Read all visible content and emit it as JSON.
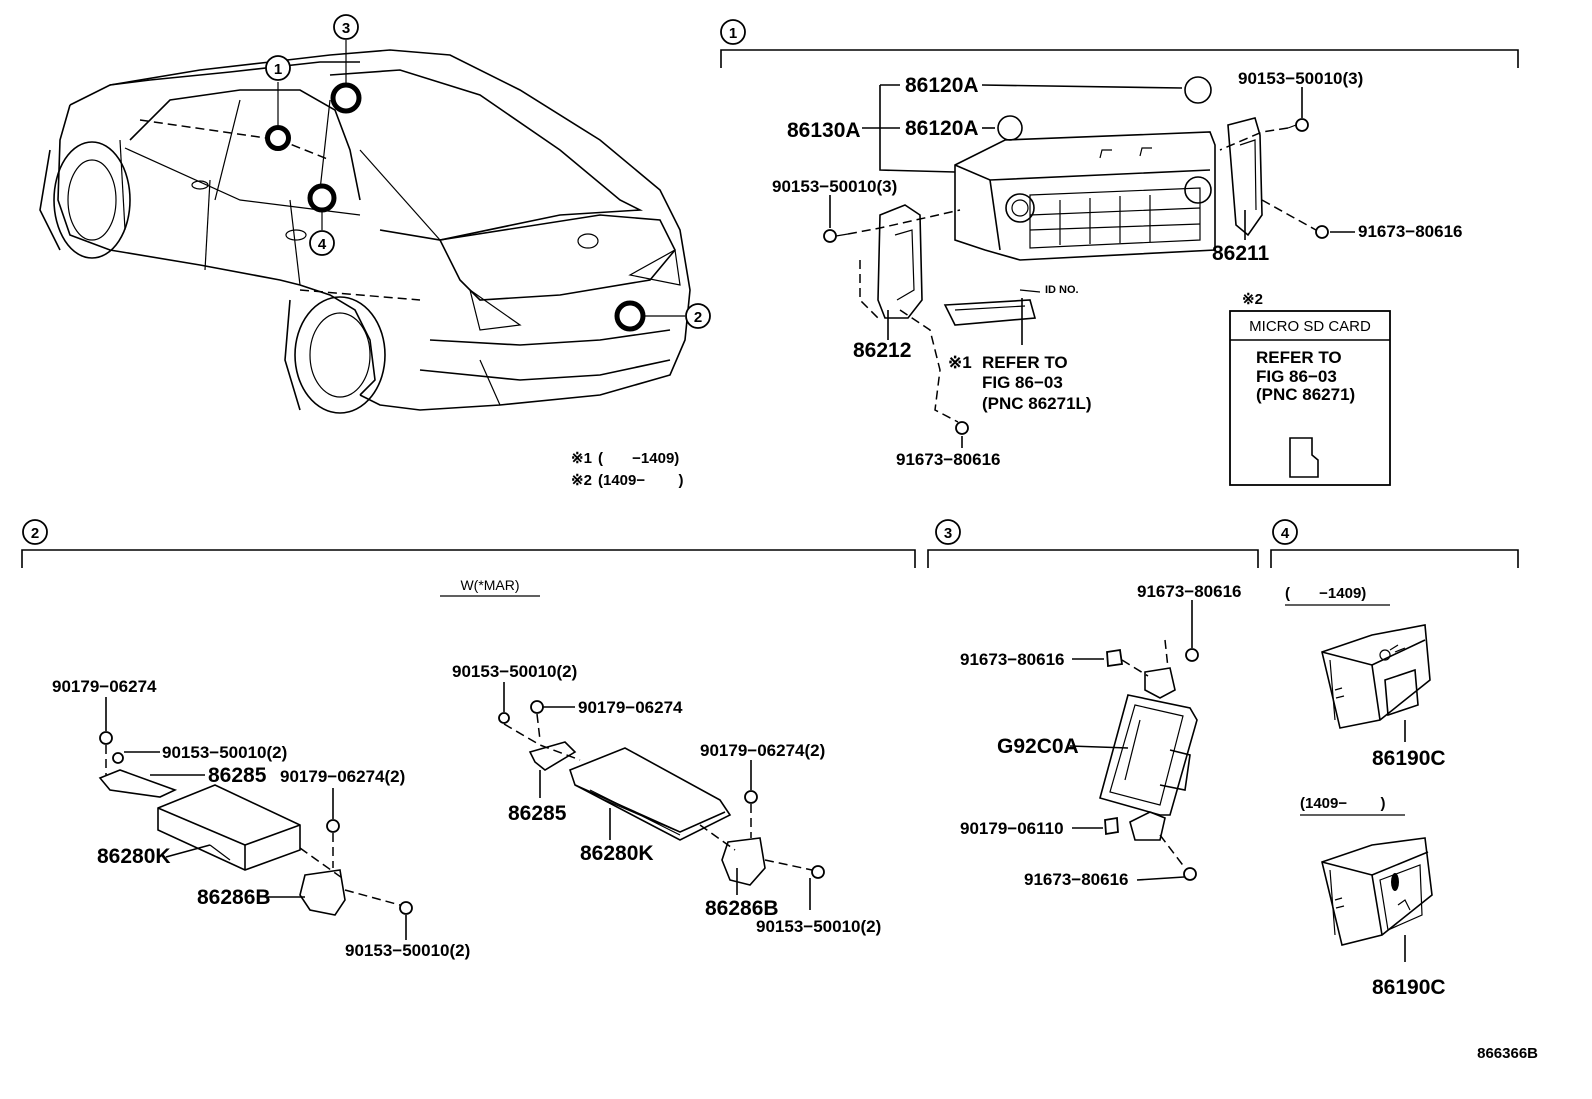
{
  "diagram_id": "866366B",
  "section_markers": {
    "s1": "1",
    "s2": "2",
    "s3": "3",
    "s4": "4"
  },
  "overview": {
    "callouts": [
      "1",
      "2",
      "3",
      "4"
    ],
    "notes": [
      {
        "mark": "※1",
        "text": "(       −1409)"
      },
      {
        "mark": "※2",
        "text": "(1409−        )"
      }
    ]
  },
  "section1": {
    "parts": {
      "knob_a": "86120A",
      "knob_b": "86120A",
      "receiver": "86130A",
      "screw_top": "90153−50010(3)",
      "screw_left": "90153−50010(3)",
      "screw_right": "91673−80616",
      "bracket_right": "86211",
      "bracket_left": "86212",
      "screw_bottom": "91673−80616",
      "id_no": "ID NO."
    },
    "refer_note": {
      "mark": "※1",
      "line1": "REFER TO",
      "line2": "FIG 86−03",
      "line3": "(PNC 86271L)"
    },
    "sd_box": {
      "mark": "※2",
      "title": "MICRO SD CARD",
      "line1": "REFER TO",
      "line2": "FIG 86−03",
      "line3": "(PNC 86271)"
    }
  },
  "section2": {
    "condition": "W(*MAR)",
    "left": {
      "nut_top": "90179−06274",
      "bolt": "90153−50010(2)",
      "bracket_top": "86285",
      "nut_right": "90179−06274(2)",
      "amp": "86280K",
      "bracket_bottom": "86286B",
      "bolt_bottom": "90153−50010(2)"
    },
    "right": {
      "bolt_top": "90153−50010(2)",
      "nut_top": "90179−06274",
      "nut_right": "90179−06274(2)",
      "bracket_top": "86285",
      "amp": "86280K",
      "bracket_bottom": "86286B",
      "bolt_bottom": "90153−50010(2)"
    }
  },
  "section3": {
    "screw_top": "91673−80616",
    "screw_left": "91673−80616",
    "module": "G92C0A",
    "nut": "90179−06110",
    "screw_bottom": "91673−80616"
  },
  "section4": {
    "cond_a": "(       −1409)",
    "cond_b": "(1409−        )",
    "usb_a": "86190C",
    "usb_b": "86190C"
  }
}
